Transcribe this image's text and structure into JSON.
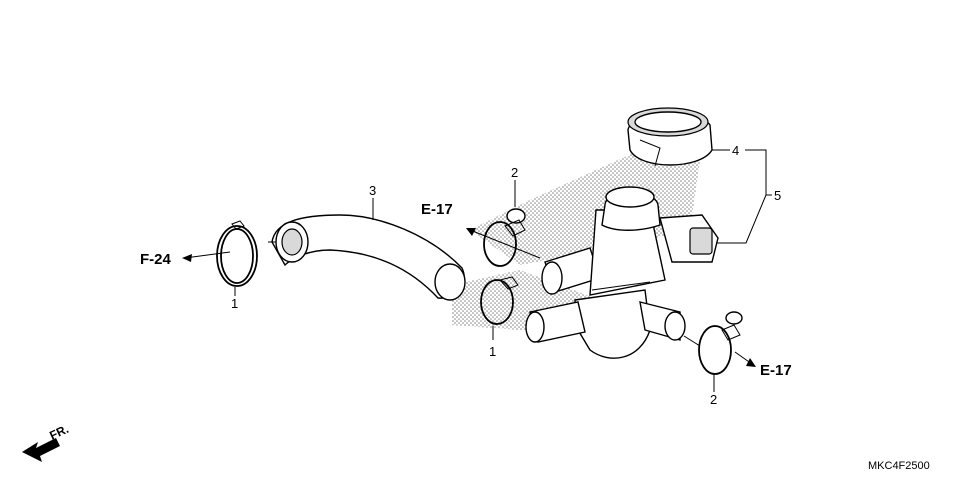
{
  "diagram": {
    "callouts": {
      "clamp_left": "1",
      "clamp_middle": "1",
      "clip_upper": "2",
      "clip_right": "2",
      "hose": "3",
      "cap": "4",
      "assembly": "5"
    },
    "references": {
      "left": "F-24",
      "upper": "E-17",
      "right": "E-17"
    },
    "direction": "FR.",
    "code": "MKC4F2500"
  },
  "colors": {
    "line": "#000000",
    "background": "#ffffff",
    "shade": "#d9d9d9"
  }
}
